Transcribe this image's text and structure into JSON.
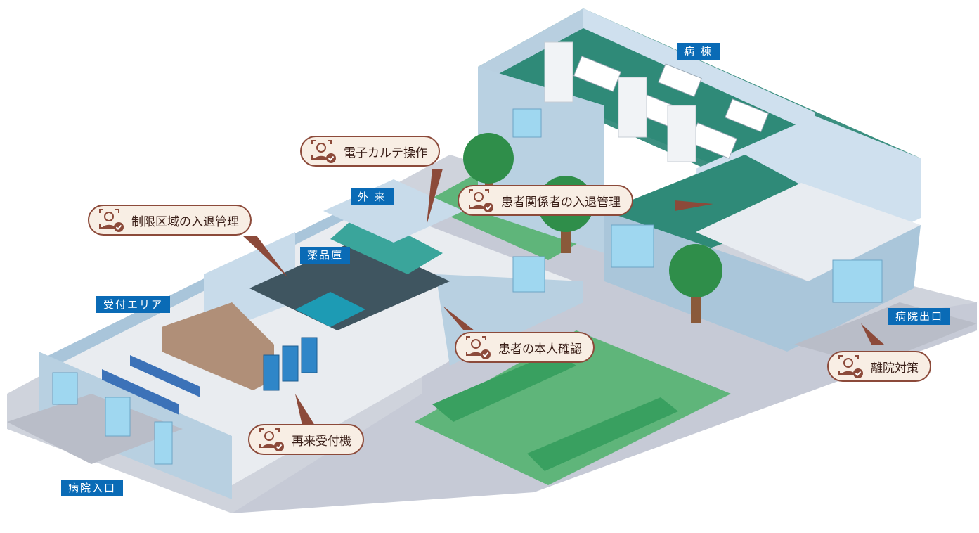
{
  "areas": {
    "ward": "病 棟",
    "outpatient": "外 来",
    "pharmacy": "薬品庫",
    "reception": "受付エリア",
    "hospital_exit": "病院出口",
    "hospital_entrance": "病院入口"
  },
  "callouts": {
    "ehr": "電子カルテ操作",
    "restricted": "制限区域の入退管理",
    "visitors": "患者関係者の入退管理",
    "patient_id": "患者の本人確認",
    "kiosk": "再来受付機",
    "elopement": "離院対策"
  },
  "icon": "face-recognition-check-icon",
  "colors": {
    "label_blue": "#0a6bb6",
    "callout_border": "#8c4a3a",
    "callout_fill": "#f8eee4",
    "floor_green": "#3d9a85"
  }
}
